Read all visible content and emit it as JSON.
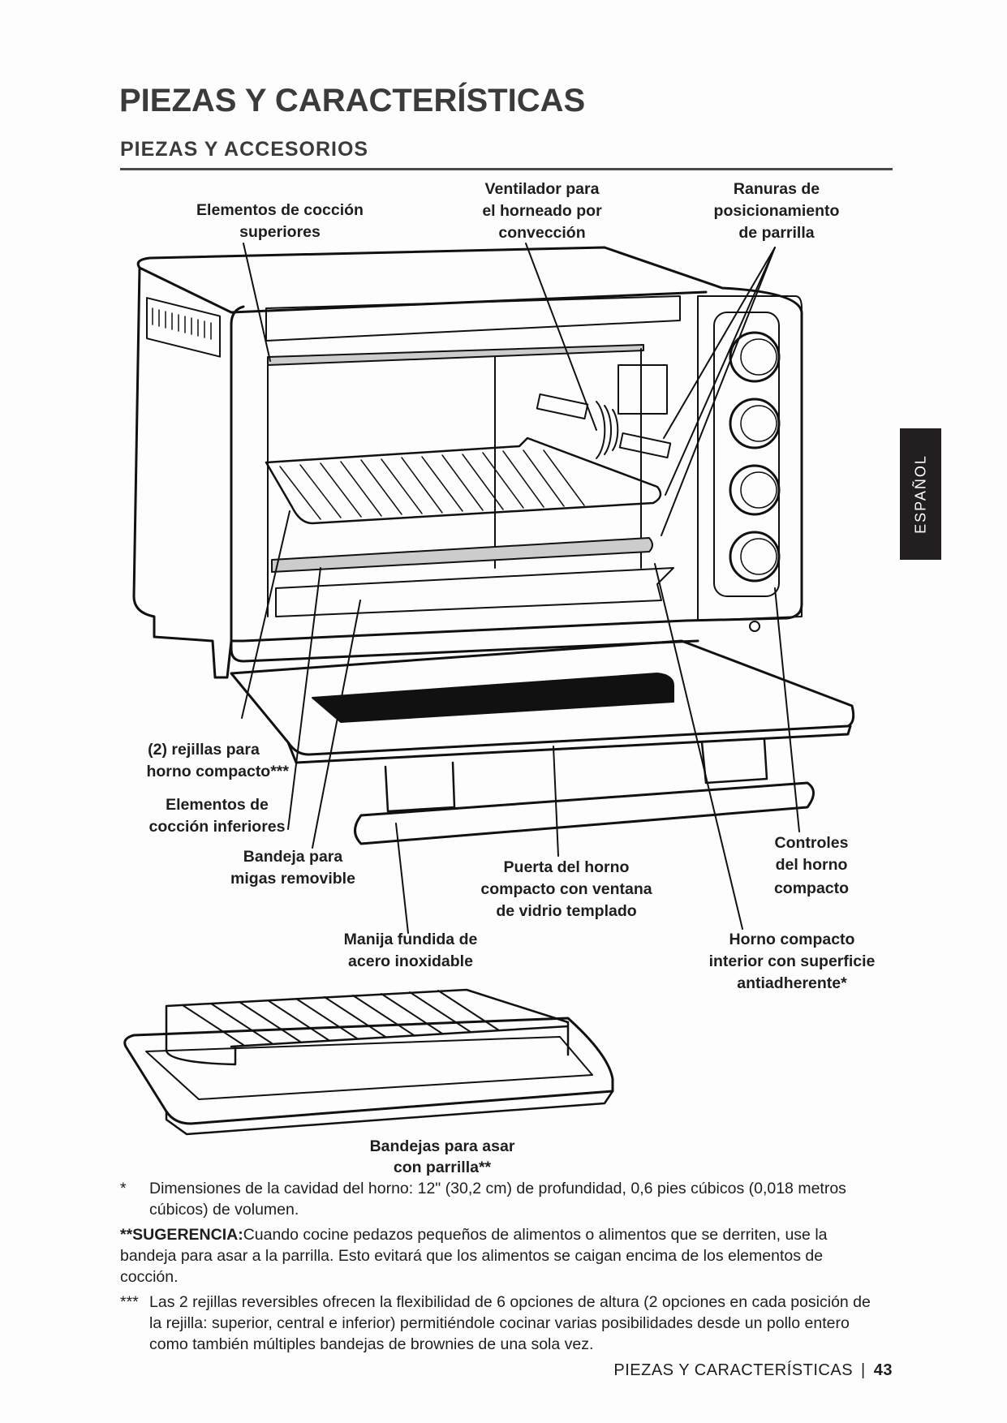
{
  "header": {
    "title": "PIEZAS Y CARACTERÍSTICAS",
    "subtitle": "PIEZAS Y ACCESORIOS"
  },
  "side_tab": {
    "label": "ESPAÑOL"
  },
  "callouts": {
    "upper_elements": [
      "Elementos de cocción",
      "superiores"
    ],
    "convection_fan": [
      "Ventilador para",
      "el horneado por",
      "convección"
    ],
    "rack_slots": [
      "Ranuras de",
      "posicionamiento",
      "de parrilla"
    ],
    "racks": [
      "(2) rejillas para",
      "horno compacto***"
    ],
    "lower_elements": [
      "Elementos de",
      "cocción inferiores"
    ],
    "crumb_tray": [
      "Bandeja para",
      "migas removible"
    ],
    "door": [
      "Puerta del horno",
      "compacto con ventana",
      "de vidrio templado"
    ],
    "controls": [
      "Controles",
      "del horno",
      "compacto"
    ],
    "handle": [
      "Manija fundida de",
      "acero inoxidable"
    ],
    "interior": [
      "Horno compacto",
      "interior con superficie",
      "antiadherente*"
    ],
    "broil_pan": [
      "Bandejas para asar",
      "con parrilla**"
    ]
  },
  "notes": [
    {
      "mark": "*",
      "text": "Dimensiones de la cavidad del horno: 12\" (30,2 cm) de profundidad, 0,6 pies cúbicos (0,018 metros cúbicos) de volumen."
    },
    {
      "mark": "**SUGERENCIA:",
      "text": "Cuando cocine pedazos pequeños de alimentos o alimentos que se derriten, use la bandeja para asar a la parrilla. Esto evitará que los alimentos se caigan encima de los elementos de cocción."
    },
    {
      "mark": "***",
      "text": "Las 2 rejillas reversibles ofrecen la flexibilidad de 6 opciones de altura (2 opciones en cada posición de la rejilla: superior, central e inferior) permitiéndole cocinar varias posibilidades desde un pollo entero como también múltiples bandejas de brownies de una sola vez."
    }
  ],
  "footer": {
    "section": "PIEZAS Y CARACTERÍSTICAS",
    "separator": "|",
    "page_number": "43"
  }
}
